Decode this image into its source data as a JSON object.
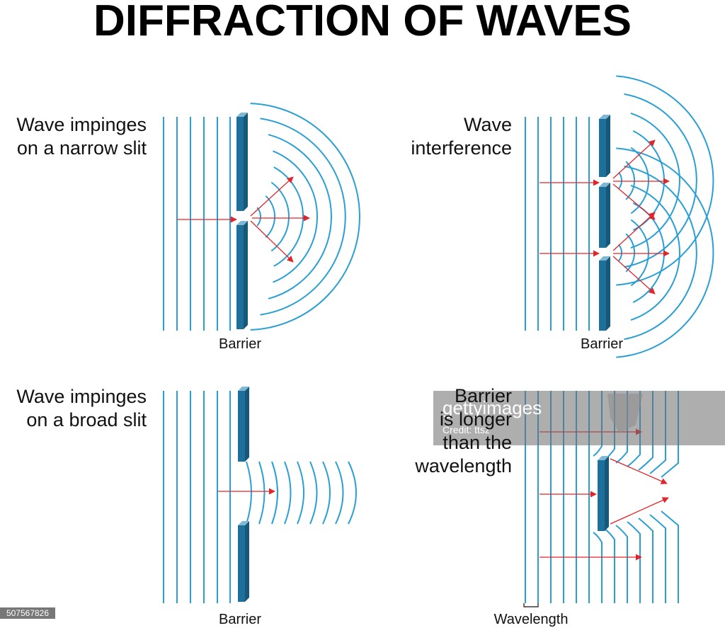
{
  "title": "DIFFRACTION OF WAVES",
  "panels": {
    "narrow_slit": {
      "label_lines": [
        "Wave impinges",
        "on a narrow slit"
      ],
      "caption": "Barrier"
    },
    "interference": {
      "label_lines": [
        "Wave",
        "interference"
      ],
      "caption": "Barrier"
    },
    "broad_slit": {
      "label_lines": [
        "Wave impinges",
        "on a broad slit"
      ],
      "caption": "Barrier"
    },
    "long_barrier": {
      "label_lines": [
        "Barrier",
        "is longer",
        "than the",
        "wavelength"
      ],
      "caption": "Wavelength"
    }
  },
  "watermark": {
    "brand": "gettyimages",
    "credit": "Credit: ttsz",
    "image_id": "507567826"
  },
  "colors": {
    "wave": "#2a9fd6",
    "barrier_front": "#1e6f99",
    "barrier_side": "#16587a",
    "barrier_top": "#7fb8d4",
    "arrow": "#e0262b"
  }
}
